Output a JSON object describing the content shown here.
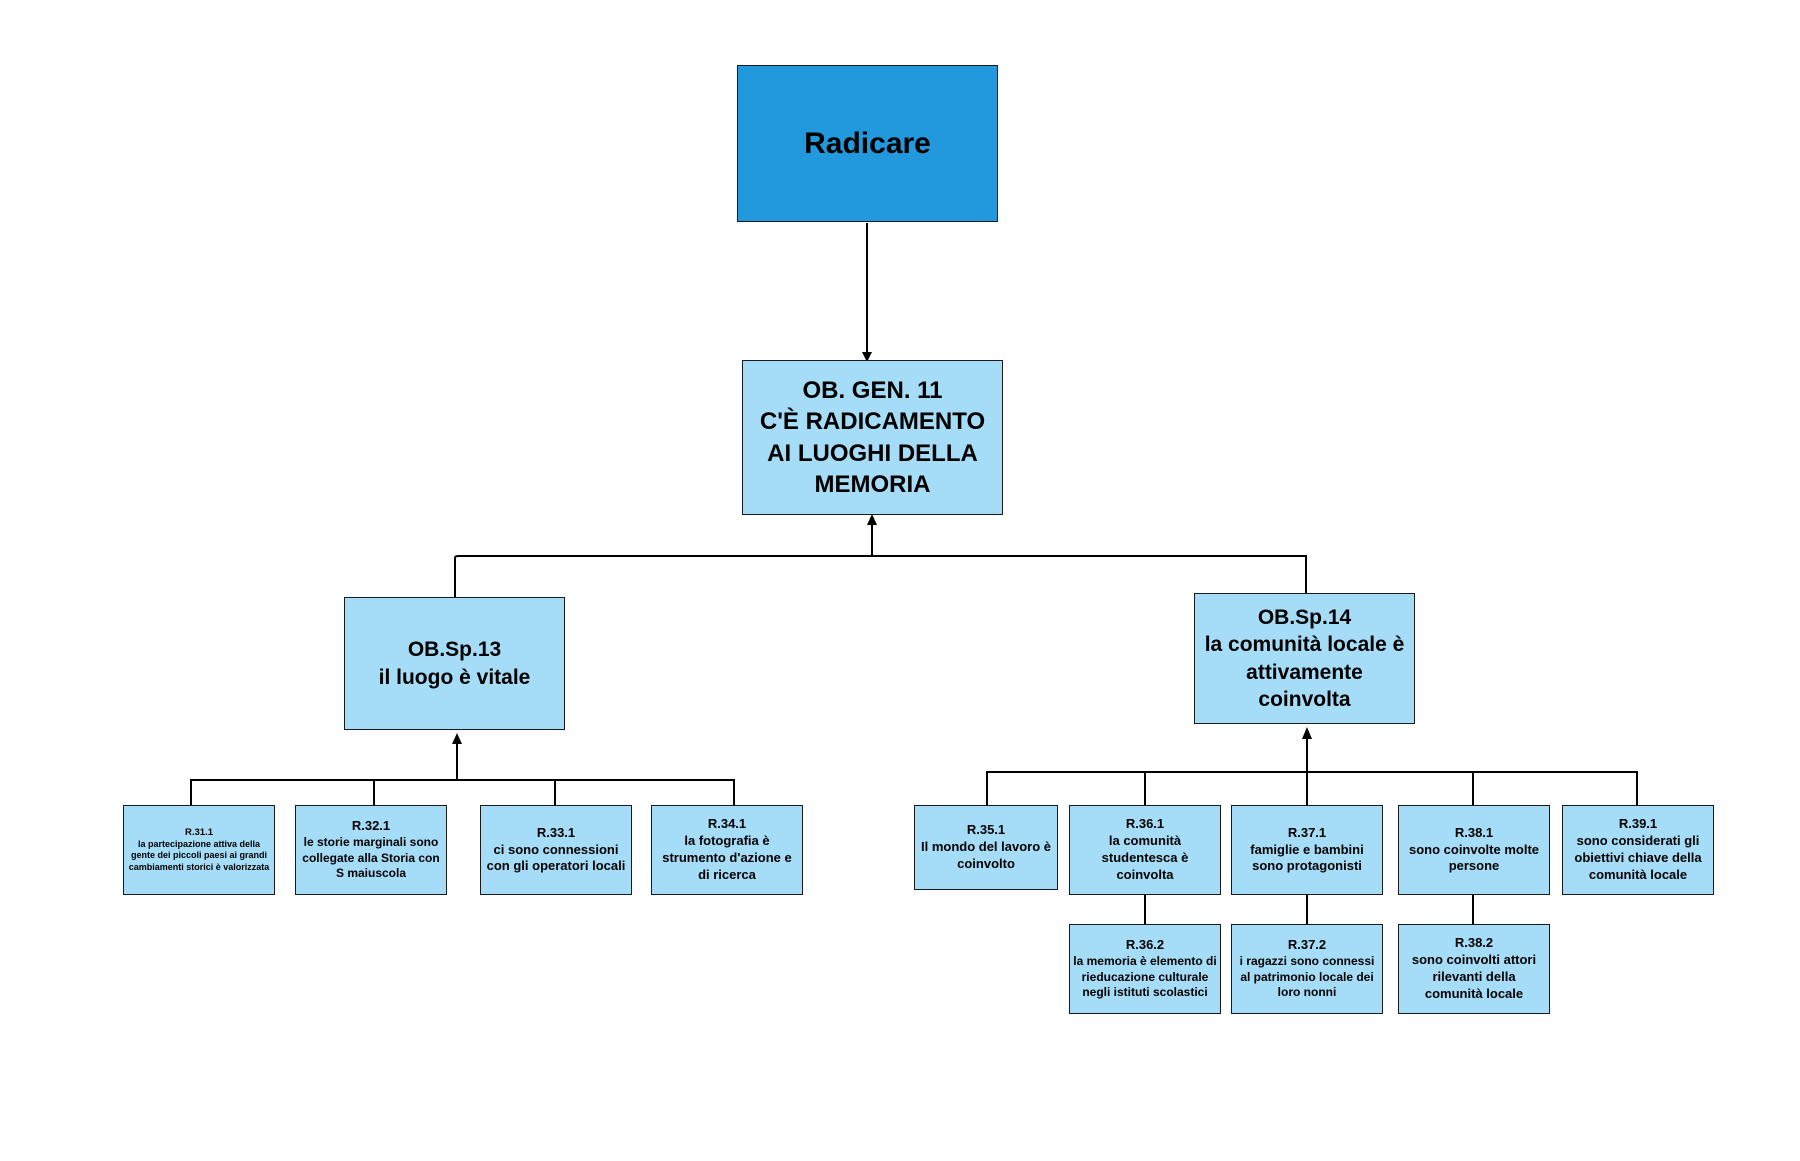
{
  "root": {
    "label": "Radicare",
    "color": "#2399dd"
  },
  "general_objective": {
    "code": "OB. GEN. 11",
    "text": "C'È RADICAMENTO AI LUOGHI DELLA MEMORIA"
  },
  "node_color": "#a5dcf7",
  "specific_objectives": [
    {
      "code": "OB.Sp.13",
      "text": "il luogo è vitale"
    },
    {
      "code": "OB.Sp.14",
      "text": "la comunità locale è attivamente coinvolta"
    }
  ],
  "results_sp13": [
    {
      "code": "R.31.1",
      "text": "la partecipazione attiva della gente dei piccoli paesi ai grandi cambiamenti storici è valorizzata"
    },
    {
      "code": "R.32.1",
      "text": "le storie marginali sono collegate alla Storia con S maiuscola"
    },
    {
      "code": "R.33.1",
      "text": "ci sono connessioni con gli operatori locali"
    },
    {
      "code": "R.34.1",
      "text": "la fotografia è strumento d'azione e di ricerca"
    }
  ],
  "results_sp14": [
    {
      "code": "R.35.1",
      "text": "Il mondo del lavoro  è coinvolto"
    },
    {
      "code": "R.36.1",
      "text": "la comunità studentesca è coinvolta"
    },
    {
      "code": "R.37.1",
      "text": "famiglie e bambini sono protagonisti"
    },
    {
      "code": "R.38.1",
      "text": "sono coinvolte molte persone"
    },
    {
      "code": "R.39.1",
      "text": "sono considerati gli obiettivi chiave della comunità locale"
    }
  ],
  "sub_results": [
    {
      "code": "R.36.2",
      "text": "la memoria è elemento di rieducazione culturale negli istituti scolastici"
    },
    {
      "code": "R.37.2",
      "text": "i ragazzi sono connessi al patrimonio locale dei loro nonni"
    },
    {
      "code": "R.38.2",
      "text": "sono coinvolti attori rilevanti della comunità locale"
    }
  ]
}
